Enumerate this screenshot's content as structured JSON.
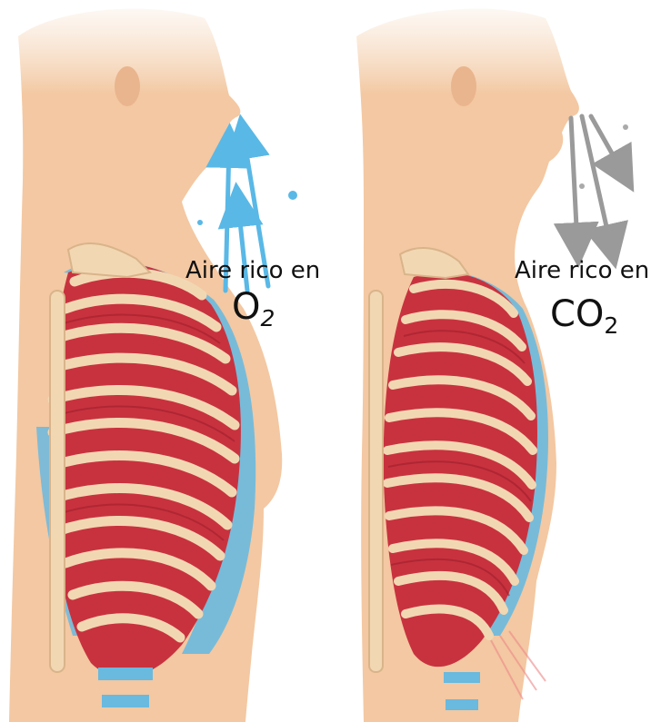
{
  "inhale": {
    "caption": "Aire rico en",
    "gas": "O",
    "gas_subscript": "2"
  },
  "exhale": {
    "caption": "Aire rico en",
    "gas": "CO",
    "gas_subscript": "2"
  },
  "colors": {
    "skin": "#f3c8a2",
    "skin_shade": "#e8b48c",
    "muscle": "#c8323e",
    "muscle_dark": "#9e1f2c",
    "rib": "#f2d7b3",
    "rib_edge": "#d9b48a",
    "membrane": "#6ab9df",
    "inhale_arrow": "#59b8e6",
    "exhale_arrow": "#9a9a9a"
  }
}
